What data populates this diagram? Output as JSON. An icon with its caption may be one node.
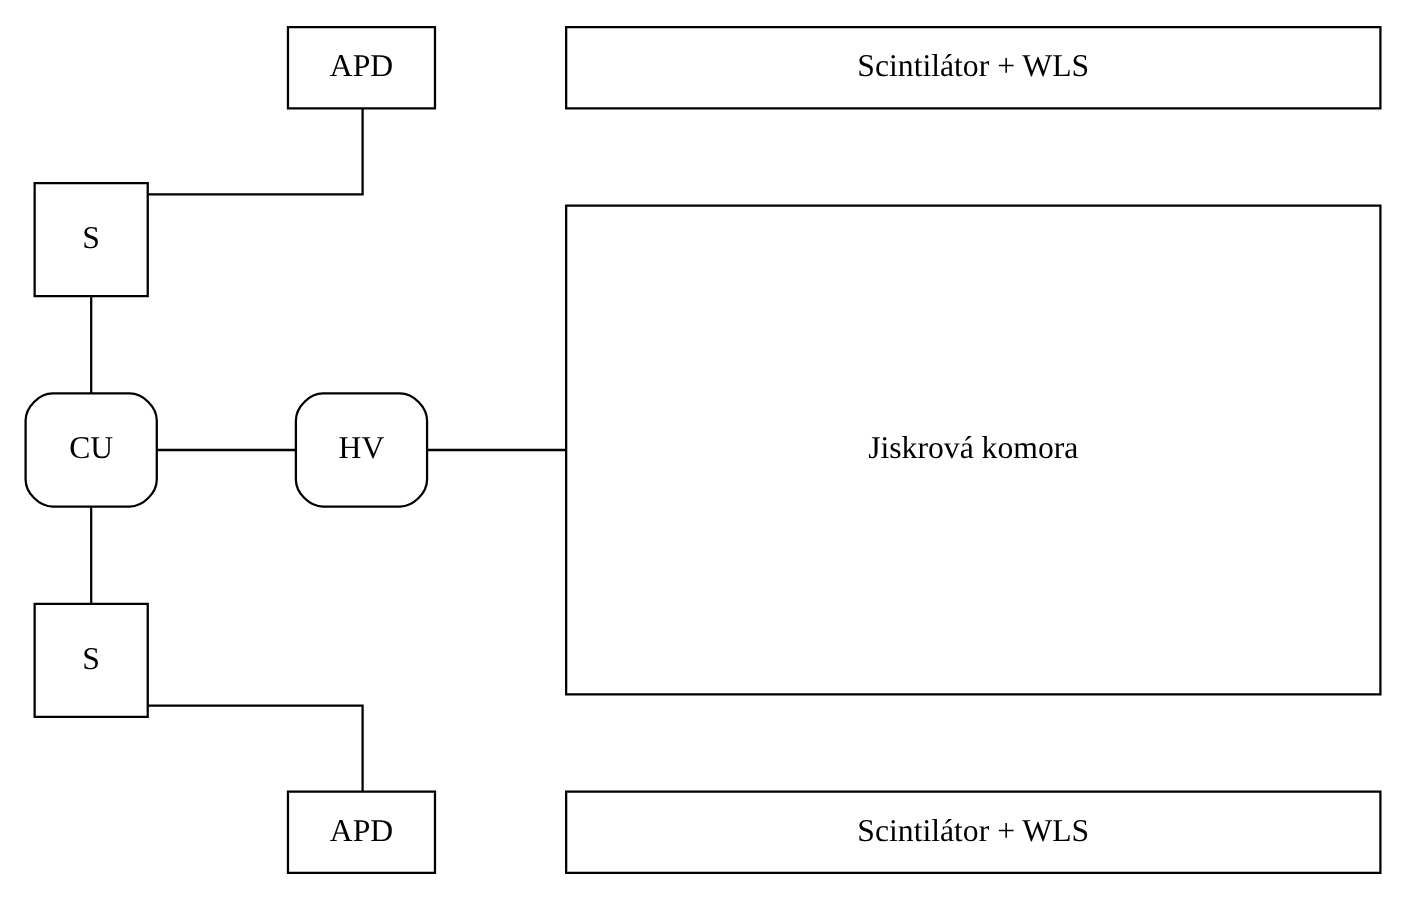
{
  "diagram": {
    "nodes": [
      {
        "text": [
          "S"
        ]
      },
      {
        "text": [
          "APD"
        ]
      },
      {
        "text": [
          "Scintilátor + WLS"
        ]
      },
      {
        "text": [
          "CU"
        ]
      },
      {
        "text": [
          "HV"
        ]
      },
      {
        "text": [
          "Jiskrová komora"
        ]
      },
      {
        "text": [
          "S"
        ]
      },
      {
        "text": [
          "APD"
        ]
      },
      {
        "text": [
          "Scintilátor + WLS"
        ]
      }
    ],
    "edges": [
      {
        "from": 0,
        "to": 1,
        "arrow": "none"
      },
      {
        "from": 0,
        "to": 3,
        "arrow": "none"
      },
      {
        "from": 3,
        "to": 4,
        "arrow": "none"
      },
      {
        "from": 4,
        "to": 5,
        "arrow": "none"
      },
      {
        "from": 3,
        "to": 6,
        "arrow": "none"
      },
      {
        "from": 6,
        "to": 7,
        "arrow": "none"
      }
    ]
  }
}
